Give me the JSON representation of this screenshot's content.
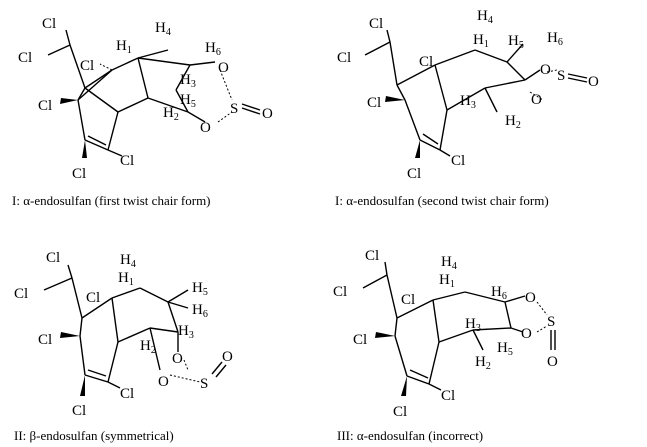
{
  "structures": [
    {
      "caption": "I: α-endosulfan (first twist chair form)",
      "atoms": {
        "cl1": "Cl",
        "cl2": "Cl",
        "cl3": "Cl",
        "cl4": "Cl",
        "cl5": "Cl",
        "cl6": "Cl",
        "h1": "H",
        "h1_sub": "1",
        "h2": "H",
        "h2_sub": "2",
        "h3": "H",
        "h3_sub": "3",
        "h4": "H",
        "h4_sub": "4",
        "h5": "H",
        "h5_sub": "5",
        "h6": "H",
        "h6_sub": "6",
        "o1": "O",
        "o2": "O",
        "s": "S",
        "o3": "O"
      }
    },
    {
      "caption": "I: α-endosulfan (second twist chair form)",
      "atoms": {
        "cl1": "Cl",
        "cl2": "Cl",
        "cl3": "Cl",
        "cl4": "Cl",
        "cl5": "Cl",
        "cl6": "Cl",
        "h1": "H",
        "h1_sub": "1",
        "h2": "H",
        "h2_sub": "2",
        "h3": "H",
        "h3_sub": "3",
        "h4": "H",
        "h4_sub": "4",
        "h5": "H",
        "h5_sub": "5",
        "h6": "H",
        "h6_sub": "6",
        "o1": "O",
        "o2": "O",
        "s": "S",
        "o3": "O"
      }
    },
    {
      "caption": "II: β-endosulfan (symmetrical)",
      "atoms": {
        "cl1": "Cl",
        "cl2": "Cl",
        "cl3": "Cl",
        "cl4": "Cl",
        "cl5": "Cl",
        "cl6": "Cl",
        "h1": "H",
        "h1_sub": "1",
        "h2": "H",
        "h2_sub": "2",
        "h3": "H",
        "h3_sub": "3",
        "h4": "H",
        "h4_sub": "4",
        "h5": "H",
        "h5_sub": "5",
        "h6": "H",
        "h6_sub": "6",
        "o1": "O",
        "o2": "O",
        "s": "S",
        "o3": "O"
      }
    },
    {
      "caption": "III: α-endosulfan (incorrect)",
      "atoms": {
        "cl1": "Cl",
        "cl2": "Cl",
        "cl3": "Cl",
        "cl4": "Cl",
        "cl5": "Cl",
        "cl6": "Cl",
        "h1": "H",
        "h1_sub": "1",
        "h2": "H",
        "h2_sub": "2",
        "h3": "H",
        "h3_sub": "3",
        "h4": "H",
        "h4_sub": "4",
        "h5": "H",
        "h5_sub": "5",
        "h6": "H",
        "h6_sub": "6",
        "o1": "O",
        "o2": "O",
        "s": "S",
        "o3": "O"
      }
    }
  ]
}
